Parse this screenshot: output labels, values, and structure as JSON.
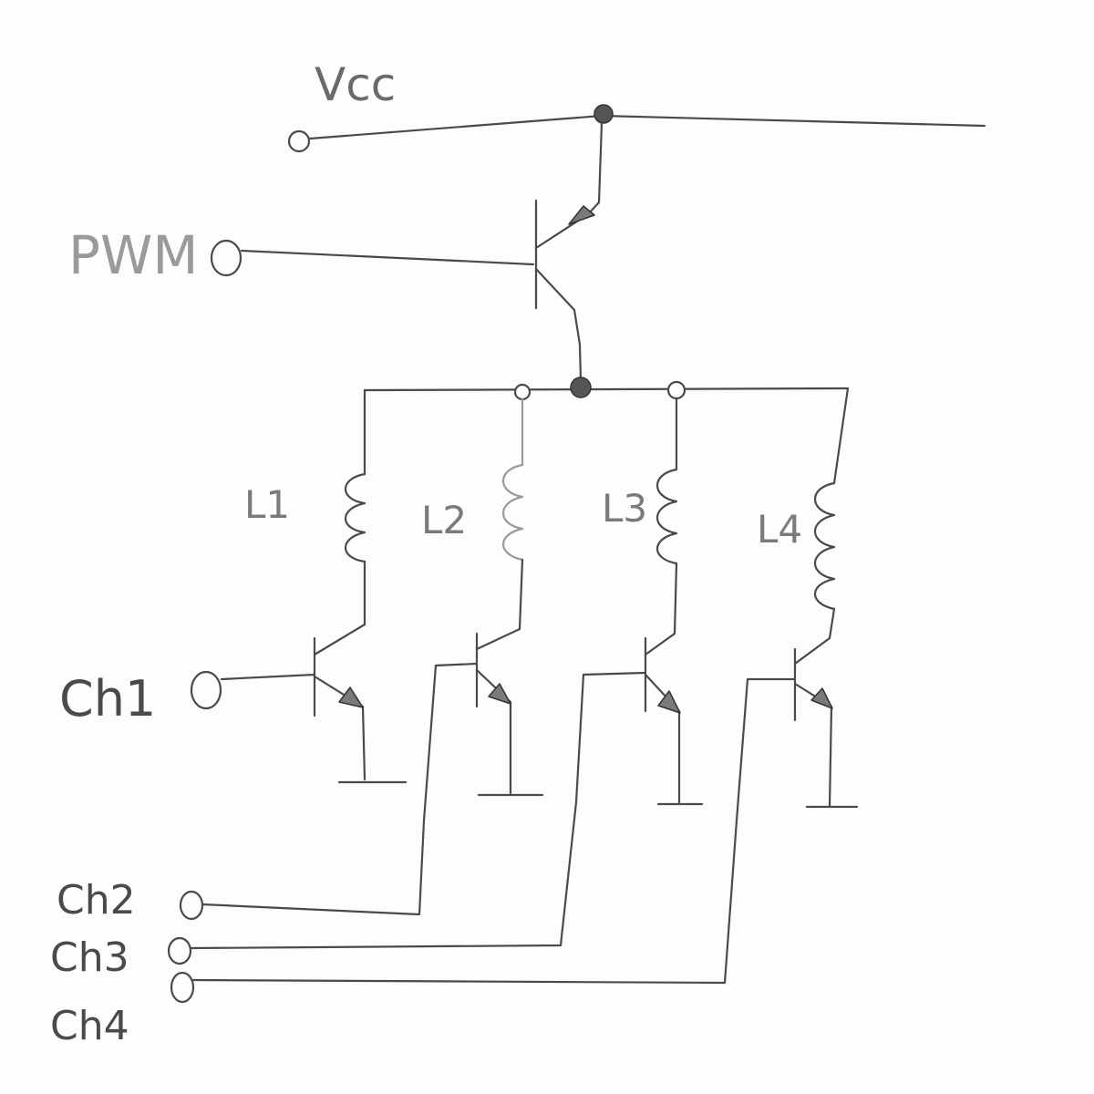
{
  "labels": {
    "vcc": "Vcc",
    "pwm": "PWM",
    "ch1": "Ch1",
    "ch2": "Ch2",
    "ch3": "Ch3",
    "ch4": "Ch4",
    "l1": "L1",
    "l2": "L2",
    "l3": "L3",
    "l4": "L4"
  },
  "colors": {
    "ink": "#4a4a4a",
    "pencil_light": "#9a9a9a",
    "paper": "#fdfdfc"
  }
}
